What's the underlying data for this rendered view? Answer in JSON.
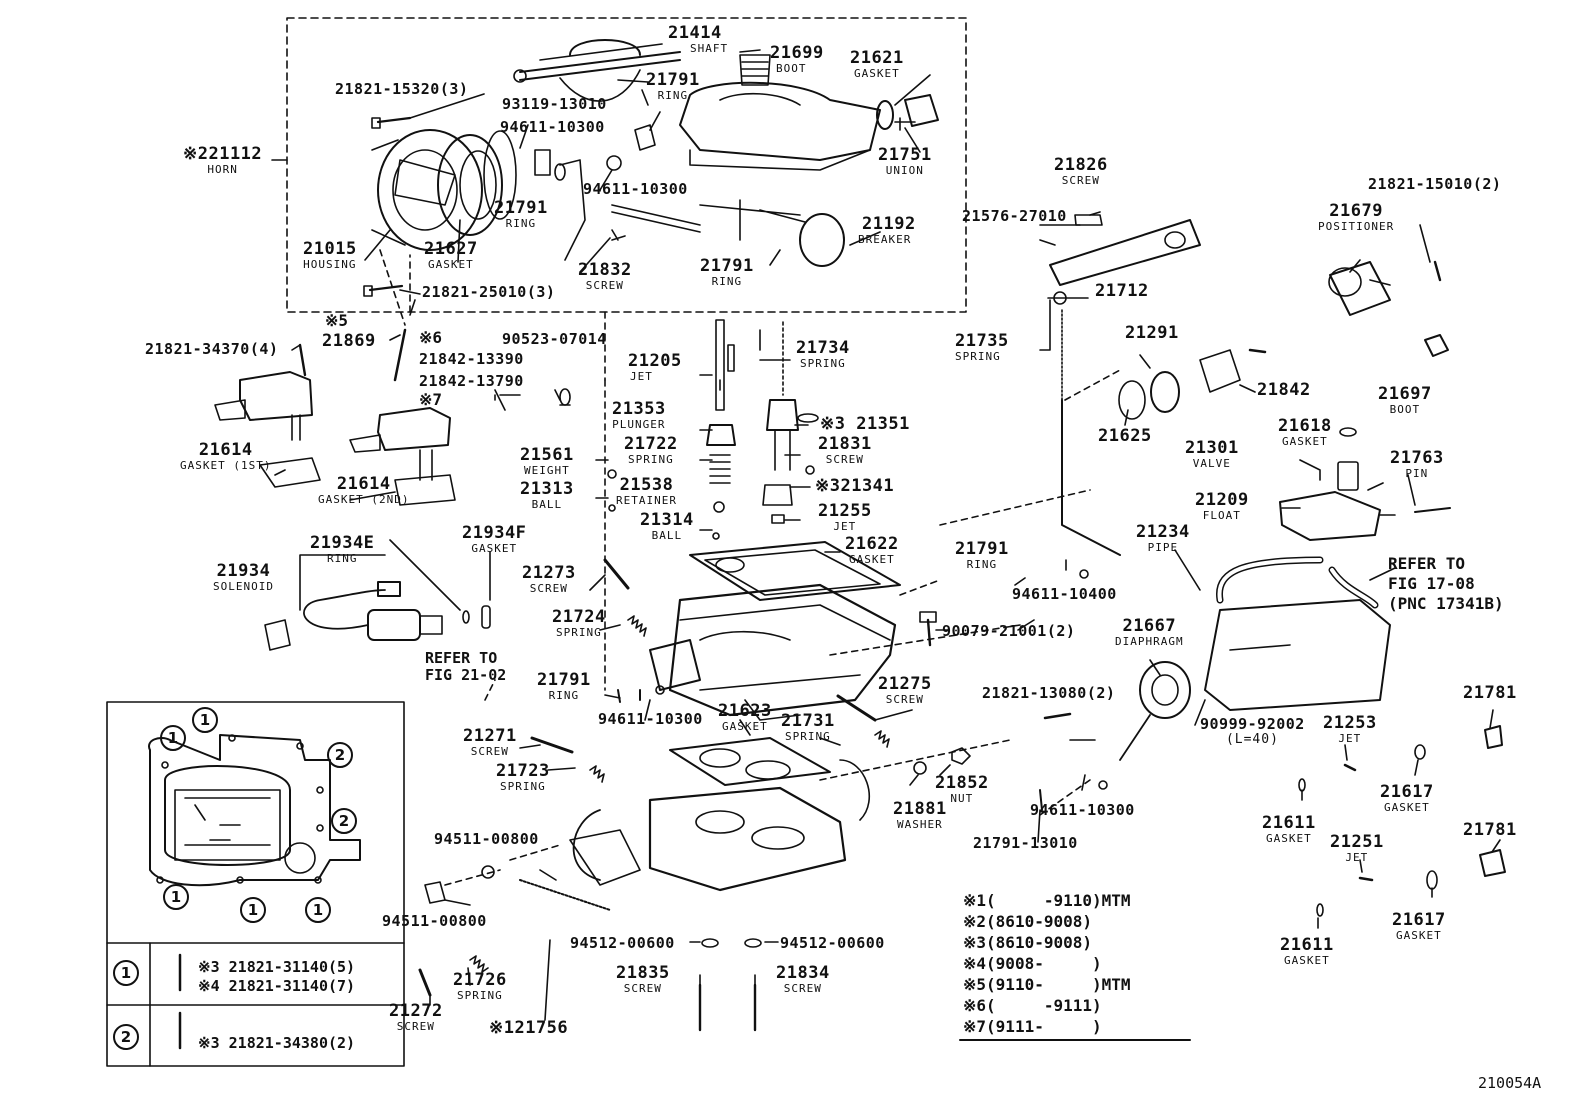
{
  "figure_code": "210054A",
  "parts": {
    "p21414": {
      "pn": "21414",
      "nm": "SHAFT"
    },
    "p21699": {
      "pn": "21699",
      "nm": "BOOT"
    },
    "p21621": {
      "pn": "21621",
      "nm": "GASKET"
    },
    "p21791a": {
      "pn": "21791",
      "nm": "RING"
    },
    "p93119": {
      "pn": "93119-13010",
      "nm": ""
    },
    "p94611a": {
      "pn": "94611-10300",
      "nm": ""
    },
    "p21821_15320": {
      "pn": "21821-15320(3)",
      "nm": ""
    },
    "p221112": {
      "pn": "※221112",
      "nm": "HORN"
    },
    "p94611b": {
      "pn": "94611-10300",
      "nm": ""
    },
    "p21751": {
      "pn": "21751",
      "nm": "UNION"
    },
    "p21791b": {
      "pn": "21791",
      "nm": "RING"
    },
    "p21192": {
      "pn": "21192",
      "nm": "BREAKER"
    },
    "p21015": {
      "pn": "21015",
      "nm": "HOUSING"
    },
    "p21627": {
      "pn": "21627",
      "nm": "GASKET"
    },
    "p21832": {
      "pn": "21832",
      "nm": "SCREW"
    },
    "p21791c": {
      "pn": "21791",
      "nm": "RING"
    },
    "p21821_25010": {
      "pn": "21821-25010(3)",
      "nm": ""
    },
    "p21826": {
      "pn": "21826",
      "nm": "SCREW"
    },
    "p21576": {
      "pn": "21576-27010",
      "nm": ""
    },
    "p21821_15010": {
      "pn": "21821-15010(2)",
      "nm": ""
    },
    "p21679": {
      "pn": "21679",
      "nm": "POSITIONER"
    },
    "p21712": {
      "pn": "21712",
      "nm": ""
    },
    "p21869": {
      "pn": "21869",
      "nm": ""
    },
    "p21842_13390": {
      "pn": "21842-13390",
      "nm": ""
    },
    "p21842_13790": {
      "pn": "21842-13790",
      "nm": ""
    },
    "p21821_34370": {
      "pn": "21821-34370(4)",
      "nm": ""
    },
    "p90523": {
      "pn": "90523-07014",
      "nm": ""
    },
    "p21205": {
      "pn": "21205",
      "nm": "JET"
    },
    "p21734": {
      "pn": "21734",
      "nm": "SPRING"
    },
    "p21735": {
      "pn": "21735",
      "nm": "SPRING"
    },
    "p21291": {
      "pn": "21291",
      "nm": ""
    },
    "p21842": {
      "pn": "21842",
      "nm": ""
    },
    "p21697": {
      "pn": "21697",
      "nm": "BOOT"
    },
    "p21353": {
      "pn": "21353",
      "nm": "PLUNGER"
    },
    "p21722": {
      "pn": "21722",
      "nm": "SPRING"
    },
    "p21351": {
      "pn": "※3 21351",
      "nm": ""
    },
    "p21831": {
      "pn": "21831",
      "nm": "SCREW"
    },
    "p21625": {
      "pn": "21625",
      "nm": ""
    },
    "p21618": {
      "pn": "21618",
      "nm": "GASKET"
    },
    "p21614a": {
      "pn": "21614",
      "nm": "GASKET (1ST)"
    },
    "p21614b": {
      "pn": "21614",
      "nm": "GASKET (2ND)"
    },
    "p21561": {
      "pn": "21561",
      "nm": "WEIGHT"
    },
    "p21313": {
      "pn": "21313",
      "nm": "BALL"
    },
    "p21538": {
      "pn": "21538",
      "nm": "RETAINER"
    },
    "p21341": {
      "pn": "※321341",
      "nm": ""
    },
    "p21301": {
      "pn": "21301",
      "nm": "VALVE"
    },
    "p21763": {
      "pn": "21763",
      "nm": "PIN"
    },
    "p21209": {
      "pn": "21209",
      "nm": "FLOAT"
    },
    "p21314": {
      "pn": "21314",
      "nm": "BALL"
    },
    "p21255": {
      "pn": "21255",
      "nm": "JET"
    },
    "p21934E": {
      "pn": "21934E",
      "nm": "RING"
    },
    "p21934F": {
      "pn": "21934F",
      "nm": "GASKET"
    },
    "p21622": {
      "pn": "21622",
      "nm": "GASKET"
    },
    "p21791d": {
      "pn": "21791",
      "nm": "RING"
    },
    "p21234": {
      "pn": "21234",
      "nm": "PIPE"
    },
    "p21934": {
      "pn": "21934",
      "nm": "SOLENOID"
    },
    "p21273": {
      "pn": "21273",
      "nm": "SCREW"
    },
    "p94611c": {
      "pn": "94611-10400",
      "nm": ""
    },
    "p21724": {
      "pn": "21724",
      "nm": "SPRING"
    },
    "p90079": {
      "pn": "90079-21001(2)",
      "nm": ""
    },
    "p21667": {
      "pn": "21667",
      "nm": "DIAPHRAGM"
    },
    "p21791e": {
      "pn": "21791",
      "nm": "RING"
    },
    "p21275": {
      "pn": "21275",
      "nm": "SCREW"
    },
    "p21821_13080": {
      "pn": "21821-13080(2)",
      "nm": ""
    },
    "p21781a": {
      "pn": "21781",
      "nm": ""
    },
    "p94611d": {
      "pn": "94611-10300",
      "nm": ""
    },
    "p21623": {
      "pn": "21623",
      "nm": "GASKET"
    },
    "p21731": {
      "pn": "21731",
      "nm": "SPRING"
    },
    "p90999": {
      "pn": "90999-92002",
      "nm": "(L=40)"
    },
    "p21253": {
      "pn": "21253",
      "nm": "JET"
    },
    "p21271": {
      "pn": "21271",
      "nm": "SCREW"
    },
    "p21723": {
      "pn": "21723",
      "nm": "SPRING"
    },
    "p21852": {
      "pn": "21852",
      "nm": "NUT"
    },
    "p21881": {
      "pn": "21881",
      "nm": "WASHER"
    },
    "p94611e": {
      "pn": "94611-10300",
      "nm": ""
    },
    "p21617a": {
      "pn": "21617",
      "nm": "GASKET"
    },
    "p21611a": {
      "pn": "21611",
      "nm": "GASKET"
    },
    "p21251": {
      "pn": "21251",
      "nm": "JET"
    },
    "p21781b": {
      "pn": "21781",
      "nm": ""
    },
    "p94511a": {
      "pn": "94511-00800",
      "nm": ""
    },
    "p21791_13010": {
      "pn": "21791-13010",
      "nm": ""
    },
    "p94511b": {
      "pn": "94511-00800",
      "nm": ""
    },
    "p21617b": {
      "pn": "21617",
      "nm": "GASKET"
    },
    "p21611b": {
      "pn": "21611",
      "nm": "GASKET"
    },
    "p94512a": {
      "pn": "94512-00600",
      "nm": ""
    },
    "p94512b": {
      "pn": "94512-00600",
      "nm": ""
    },
    "p21835": {
      "pn": "21835",
      "nm": "SCREW"
    },
    "p21834": {
      "pn": "21834",
      "nm": "SCREW"
    },
    "p21726": {
      "pn": "21726",
      "nm": "SPRING"
    },
    "p21272": {
      "pn": "21272",
      "nm": "SCREW"
    },
    "p21756": {
      "pn": "※121756",
      "nm": ""
    }
  },
  "marks": {
    "m5": "※5",
    "m6": "※6",
    "m7": "※7"
  },
  "references": {
    "ref_fig_21_02": {
      "line1": "REFER TO",
      "line2": "FIG 21-02"
    },
    "ref_fig_17_08": {
      "line1": "REFER TO",
      "line2": "FIG 17-08",
      "line3": "(PNC 17341B)"
    }
  },
  "inset": {
    "circle1": "1",
    "circle2": "2",
    "row1_line1": "※3 21821-31140(5)",
    "row1_line2": "※4 21821-31140(7)",
    "row2_line1": "※3 21821-34380(2)"
  },
  "footnotes": [
    "※1(     -9110)MTM",
    "※2(8610-9008)",
    "※3(8610-9008)",
    "※4(9008-     )",
    "※5(9110-     )MTM",
    "※6(     -9111)",
    "※7(9111-     )"
  ]
}
